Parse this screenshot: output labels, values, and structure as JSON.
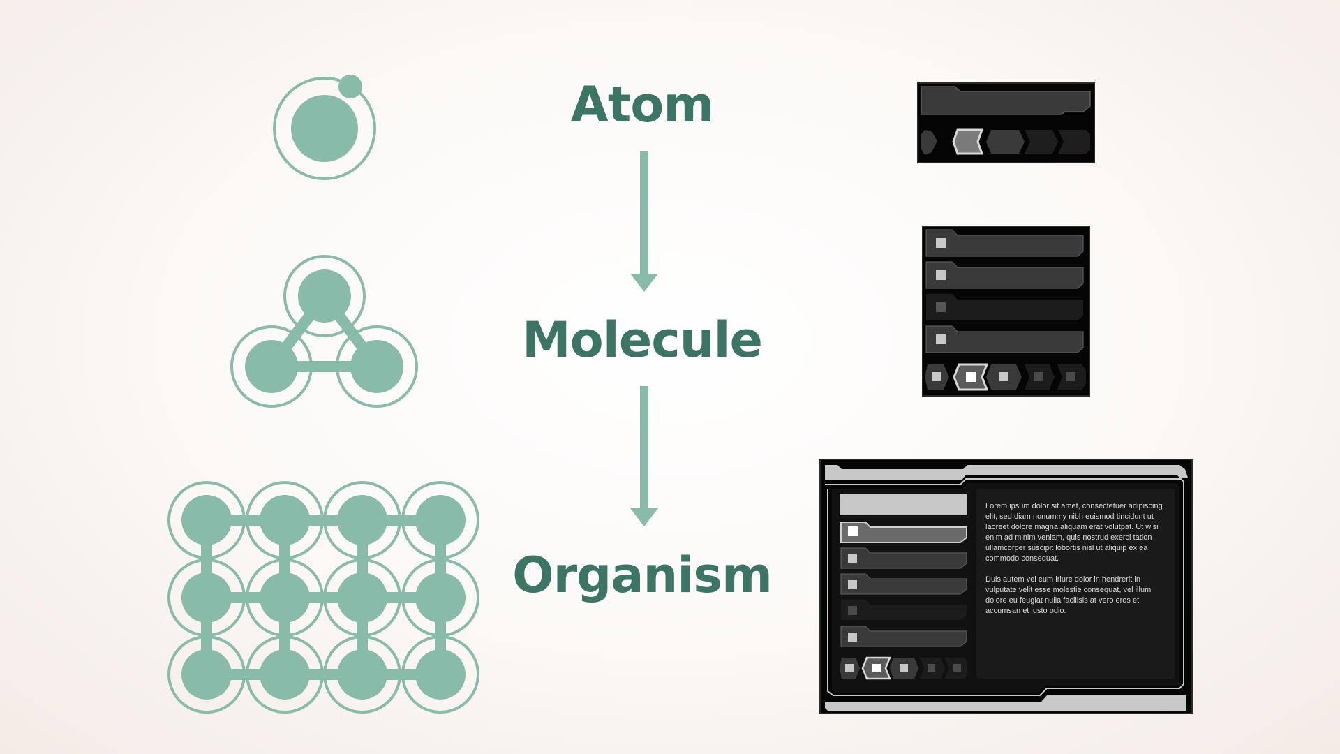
{
  "stages": [
    {
      "id": "atom",
      "label": "Atom"
    },
    {
      "id": "molecule",
      "label": "Molecule"
    },
    {
      "id": "organism",
      "label": "Organism"
    }
  ],
  "colors": {
    "accent": "#88bbaa",
    "label": "#3c7566",
    "panel_bg": "#0a0a0a",
    "panel_item": "#3a3a3a",
    "panel_item_dim": "#1c1c1c",
    "panel_light": "#c8c8c8"
  },
  "organism_text": {
    "paragraph_1": "Lorem ipsum dolor sit amet, consectetuer adipiscing elit, sed diam nonummy nibh euismod tincidunt ut laoreet dolore magna aliquam erat volutpat. Ut wisi enim ad minim veniam, quis nostrud exerci tation ullamcorper suscipit lobortis nisl ut aliquip ex ea commodo consequat.",
    "paragraph_2": "Duis autem vel eum iriure dolor in hendrerit in vulputate velit esse molestie consequat, vel illum dolore eu feugiat nulla facilisis at vero eros et accumsan et iusto odio."
  }
}
